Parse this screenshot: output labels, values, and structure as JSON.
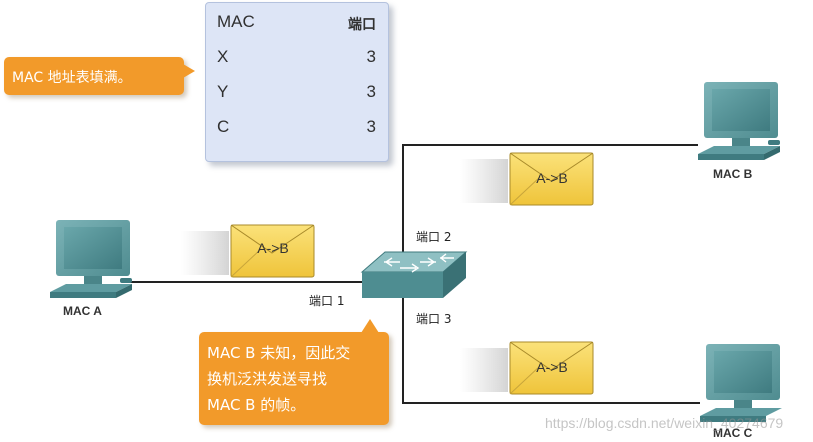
{
  "mac_table": {
    "header": {
      "mac": "MAC",
      "port": "端口"
    },
    "rows": [
      {
        "mac": "X",
        "port": "3"
      },
      {
        "mac": "Y",
        "port": "3"
      },
      {
        "mac": "C",
        "port": "3"
      }
    ]
  },
  "callouts": {
    "table_full": "MAC 地址表填满。",
    "flooding": "MAC B 未知，因此交\n换机泛洪发送寻找\nMAC B 的帧。"
  },
  "hosts": {
    "a": "MAC A",
    "b": "MAC B",
    "c": "MAC C"
  },
  "ports": {
    "p1": "端口 1",
    "p2": "端口 2",
    "p3": "端口 3"
  },
  "frames": {
    "to_switch": "A->B",
    "to_b": "A->B",
    "to_c": "A->B"
  },
  "colors": {
    "envelope_fill": "#f5cf4a",
    "callout": "#f29a2a",
    "switch": "#4e8d91",
    "monitor": "#5f9ca1",
    "table_bg": "#dde5f6"
  },
  "watermark": "https://blog.csdn.net/weixin_40274679"
}
